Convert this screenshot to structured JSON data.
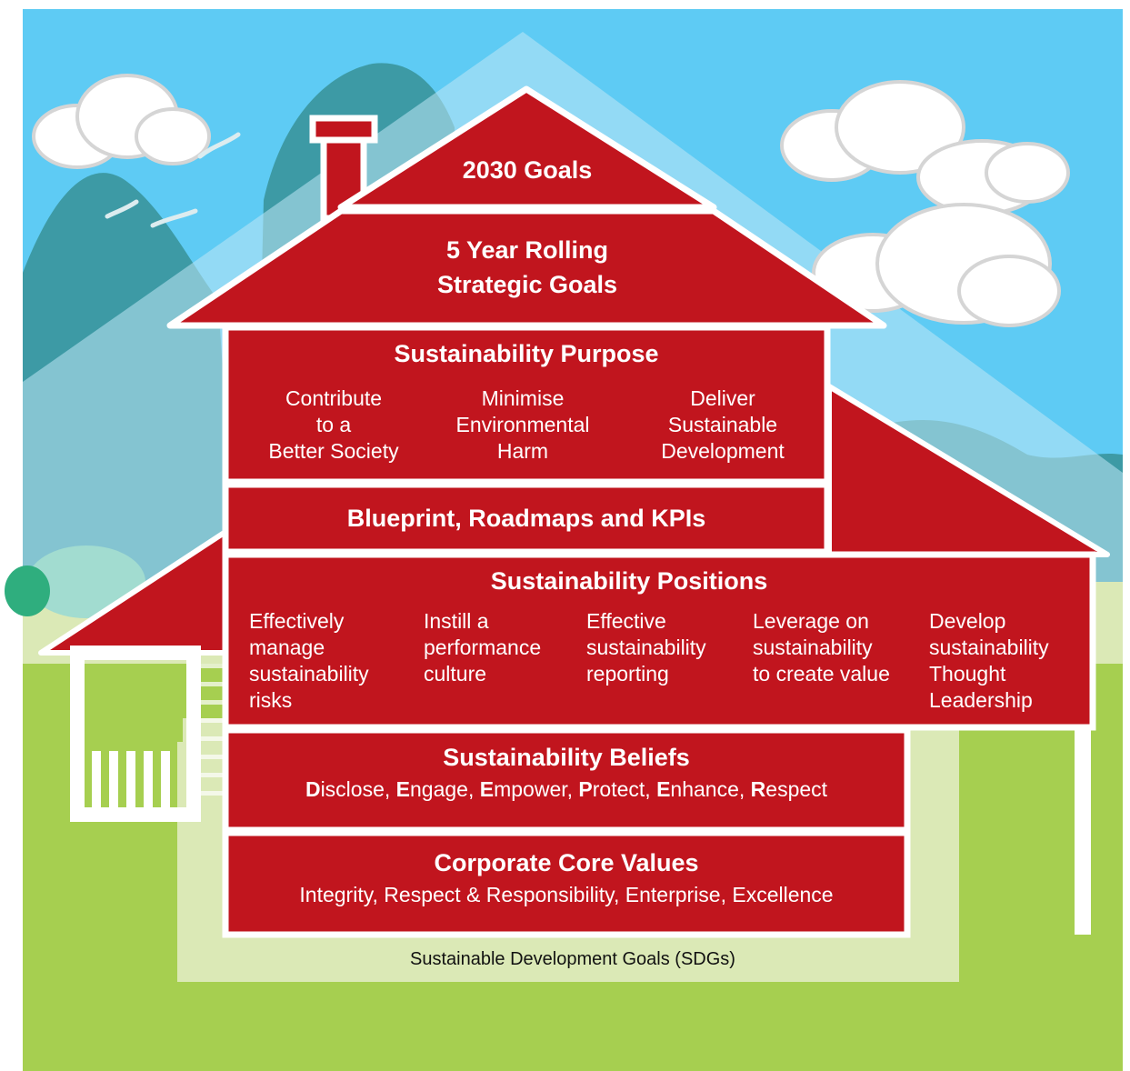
{
  "house": {
    "goals_2030": "2030 Goals",
    "rolling_goals": "5 Year Rolling\nStrategic Goals",
    "purpose": {
      "title": "Sustainability Purpose",
      "items": [
        "Contribute\nto a\nBetter Society",
        "Minimise\nEnvironmental\nHarm",
        "Deliver\nSustainable\nDevelopment"
      ]
    },
    "blueprint": "Blueprint, Roadmaps and KPIs",
    "positions": {
      "title": "Sustainability Positions",
      "items": [
        "Effectively\nmanage\nsustainability\nrisks",
        "Instill a\nperformance\nculture",
        "Effective\nsustainability\nreporting",
        "Leverage on\nsustainability\nto create value",
        "Develop\nsustainability\nThought\nLeadership"
      ]
    },
    "beliefs": {
      "title": "Sustainability Beliefs",
      "words": [
        {
          "initial": "D",
          "rest": "isclose"
        },
        {
          "initial": "E",
          "rest": "ngage"
        },
        {
          "initial": "E",
          "rest": "mpower"
        },
        {
          "initial": "P",
          "rest": "rotect"
        },
        {
          "initial": "E",
          "rest": "nhance"
        },
        {
          "initial": "R",
          "rest": "espect"
        }
      ]
    },
    "core_values": {
      "title": "Corporate Core Values",
      "text": "Integrity, Respect & Responsibility, Enterprise, Excellence"
    },
    "foundation": "Sustainable Development Goals (SDGs)"
  },
  "colors": {
    "sky": "#5ecbf4",
    "red": "#c1151e",
    "grass": "#a6cf50",
    "pale_green": "#dbe9b6",
    "mountain": "#3d9aa5",
    "house_ghost": "#bfe7f5",
    "white": "#ffffff"
  }
}
